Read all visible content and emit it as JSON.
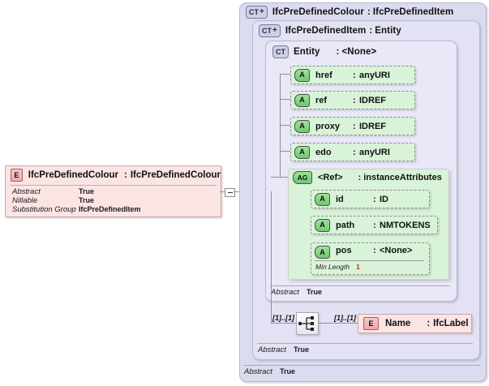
{
  "diagram": {
    "type": "xsd-schema-diagram",
    "left_element": {
      "icon": "element-icon",
      "icon_label": "E",
      "name": "IfcPreDefinedColour",
      "separator": ":",
      "type": "IfcPreDefinedColour",
      "properties": [
        {
          "key": "Abstract",
          "value": "True"
        },
        {
          "key": "Nillable",
          "value": "True"
        },
        {
          "key": "Substitution Group",
          "value": "IfcPreDefinedItem"
        }
      ]
    },
    "connector": {
      "expander_icon": "minus-expander-icon",
      "symbol": "−"
    },
    "panels": {
      "outer": {
        "icon": "complextype-expanded-icon",
        "icon_label": "CT",
        "icon_plus": "+",
        "name": "IfcPreDefinedColour",
        "separator": ":",
        "type": "IfcPreDefinedItem",
        "footer": {
          "key": "Abstract",
          "value": "True"
        }
      },
      "middle": {
        "icon": "complextype-expanded-icon",
        "icon_label": "CT",
        "icon_plus": "+",
        "name": "IfcPreDefinedItem",
        "separator": ":",
        "type": "Entity",
        "footer": {
          "key": "Abstract",
          "value": "True"
        }
      },
      "inner": {
        "icon": "complextype-icon",
        "icon_label": "CT",
        "name": "Entity",
        "separator": ":",
        "type": "<None>",
        "footer": {
          "key": "Abstract",
          "value": "True"
        }
      }
    },
    "attributes": [
      {
        "icon": "attribute-icon",
        "icon_label": "A",
        "name": "href",
        "separator": ":",
        "type": "anyURI"
      },
      {
        "icon": "attribute-icon",
        "icon_label": "A",
        "name": "ref",
        "separator": ":",
        "type": "IDREF"
      },
      {
        "icon": "attribute-icon",
        "icon_label": "A",
        "name": "proxy",
        "separator": ":",
        "type": "IDREF"
      },
      {
        "icon": "attribute-icon",
        "icon_label": "A",
        "name": "edo",
        "separator": ":",
        "type": "anyURI"
      }
    ],
    "attribute_group": {
      "icon": "attribute-group-icon",
      "icon_label": "AG",
      "name": "<Ref>",
      "separator": ":",
      "type": "instanceAttributes",
      "members": [
        {
          "icon": "attribute-icon",
          "icon_label": "A",
          "name": "id",
          "separator": ":",
          "type": "ID"
        },
        {
          "icon": "attribute-icon",
          "icon_label": "A",
          "name": "path",
          "separator": ":",
          "type": "NMTOKENS"
        },
        {
          "icon": "attribute-icon",
          "icon_label": "A",
          "name": "pos",
          "separator": ":",
          "type": "<None>",
          "facet": {
            "key": "Min Length",
            "value": "1"
          }
        }
      ]
    },
    "sequence": {
      "icon": "sequence-compositor-icon",
      "cardinality_left": "[1]..[1]",
      "cardinality_right": "[1]..[1]"
    },
    "child_element": {
      "icon": "element-icon",
      "icon_label": "E",
      "name": "Name",
      "separator": ":",
      "type": "IfcLabel"
    }
  },
  "colors": {
    "panel_outer": "#dcdcf0",
    "panel_mid": "#e2e2f4",
    "panel_inner": "#e8e8f8",
    "attribute_green": "#d8f3d8",
    "element_pink": "#fbe4e4",
    "facet_value": "#cc2200",
    "line": "#8f8f9a"
  }
}
